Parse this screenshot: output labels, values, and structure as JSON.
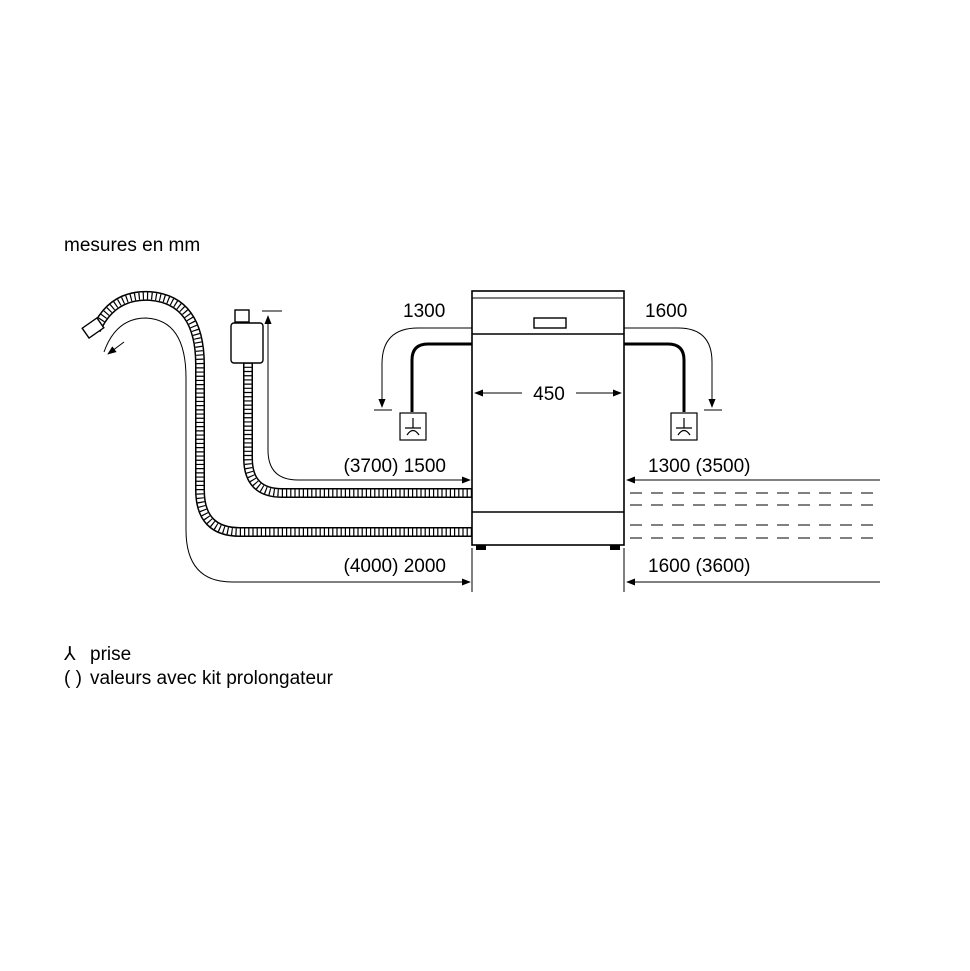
{
  "title": "mesures en mm",
  "dimensions": {
    "width": "450",
    "left_cable_top": "1300",
    "right_cable_top": "1600",
    "left_upper_hose": "(3700) 1500",
    "left_lower_hose": "(4000) 2000",
    "right_upper": "1300 (3500)",
    "right_lower": "1600 (3600)"
  },
  "legend": {
    "socket_symbol": "⅄",
    "socket_label": "prise",
    "bracket_symbol": "( )",
    "bracket_label": "valeurs avec kit prolongateur"
  },
  "colors": {
    "line": "#000000",
    "hose": "#000000",
    "bg": "#ffffff"
  }
}
